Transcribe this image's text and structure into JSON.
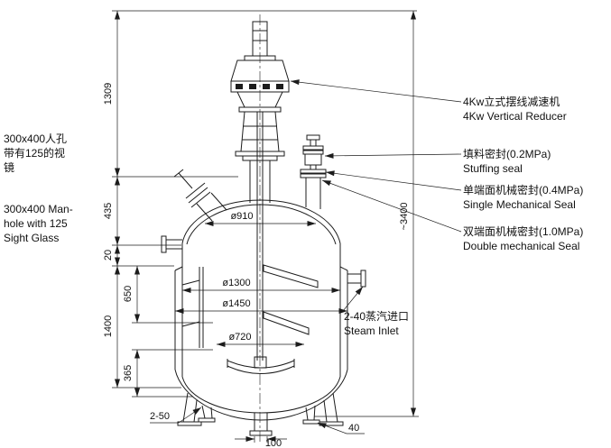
{
  "canvas": {
    "background": "#ffffff",
    "ink": "#1c1c1c"
  },
  "labels": {
    "manhole_cn": [
      "300x400人孔",
      "带有125的视",
      "镜"
    ],
    "manhole_en": [
      "300x400 Man-",
      "hole with 125",
      "Sight Glass"
    ],
    "reducer_cn": "4Kw立式摆线减速机",
    "reducer_en": "4Kw Vertical Reducer",
    "stuffing_cn": "填料密封(0.2MPa)",
    "stuffing_en": "Stuffing seal",
    "single_cn": "单端面机械密封(0.4MPa)",
    "single_en": "Single Mechanical Seal",
    "double_cn": "双端面机械密封(1.0MPa)",
    "double_en": "Double mechanical Seal",
    "steam_cn": "2-40蒸汽进口",
    "steam_en": "Steam Inlet"
  },
  "dims": {
    "v1309": "1309",
    "v435": "435",
    "v20": "20",
    "v650": "650",
    "v1400": "1400",
    "v365": "365",
    "total": "~3400",
    "d910": "ø910",
    "d1300": "ø1300",
    "d1450": "ø1450",
    "d720": "ø720",
    "n250": "2-50",
    "n100": "100",
    "n40": "40"
  }
}
